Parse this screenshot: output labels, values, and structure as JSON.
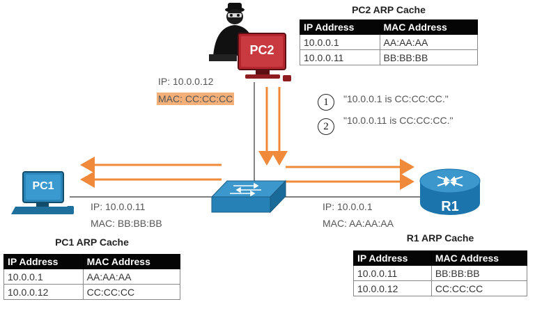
{
  "pc2_cache": {
    "title": "PC2 ARP Cache",
    "headers": [
      "IP Address",
      "MAC Address"
    ],
    "rows": [
      [
        "10.0.0.1",
        "AA:AA:AA"
      ],
      [
        "10.0.0.11",
        "BB:BB:BB"
      ]
    ]
  },
  "pc1_cache": {
    "title": "PC1 ARP Cache",
    "headers": [
      "IP Address",
      "MAC Address"
    ],
    "rows": [
      [
        "10.0.0.1",
        "AA:AA:AA"
      ],
      [
        "10.0.0.12",
        "CC:CC:CC"
      ]
    ]
  },
  "r1_cache": {
    "title": "R1 ARP Cache",
    "headers": [
      "IP Address",
      "MAC Address"
    ],
    "rows": [
      [
        "10.0.0.11",
        "BB:BB:BB"
      ],
      [
        "10.0.0.12",
        "CC:CC:CC"
      ]
    ]
  },
  "devices": {
    "pc2": {
      "name": "PC2",
      "ip": "IP: 10.0.0.12",
      "mac": "MAC: CC:CC:CC"
    },
    "pc1": {
      "name": "PC1",
      "ip": "IP: 10.0.0.11",
      "mac": "MAC: BB:BB:BB"
    },
    "r1": {
      "name": "R1",
      "ip": "IP: 10.0.0.1",
      "mac": "MAC: AA:AA:AA"
    }
  },
  "messages": [
    {
      "num": "1",
      "text": "\"10.0.0.1 is CC:CC:CC.\""
    },
    {
      "num": "2",
      "text": "\"10.0.0.11 is CC:CC:CC.\""
    }
  ],
  "colors": {
    "arrow": "#f0893a",
    "mac_highlight": "#f5b07a",
    "pc2": "#9b2226",
    "pc1": "#2a86b8",
    "router": "#1b7cb8",
    "switch": "#2681b6"
  },
  "icons": [
    "hacker-icon",
    "pc-icon",
    "switch-icon",
    "router-icon"
  ]
}
